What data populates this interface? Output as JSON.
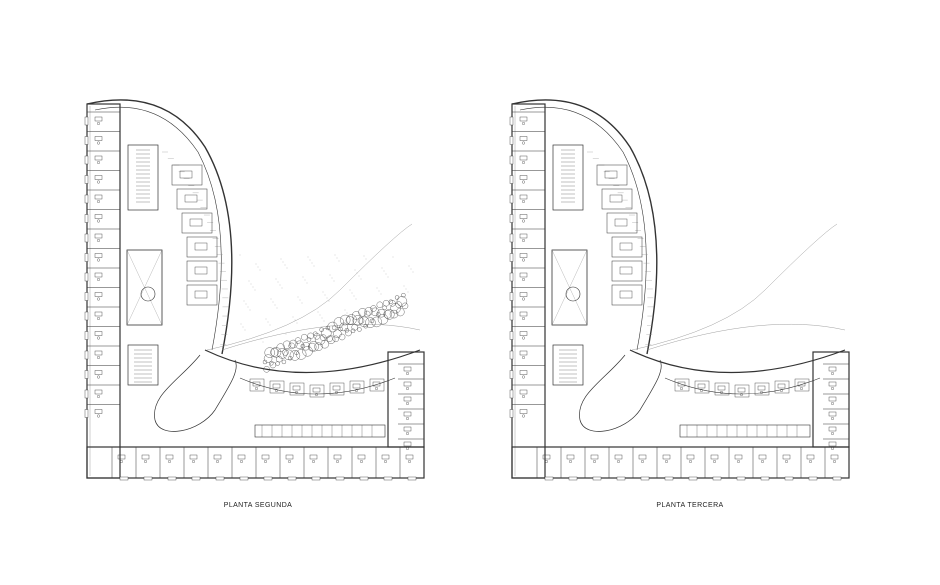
{
  "plans": [
    {
      "id": "segunda",
      "title": "PLANTA SEGUNDA",
      "garden": true
    },
    {
      "id": "tercera",
      "title": "PLANTA TERCERA",
      "garden": false
    }
  ],
  "colors": {
    "line": "#333333",
    "light": "#888888",
    "bg": "#ffffff",
    "vegetation": "#444444"
  }
}
